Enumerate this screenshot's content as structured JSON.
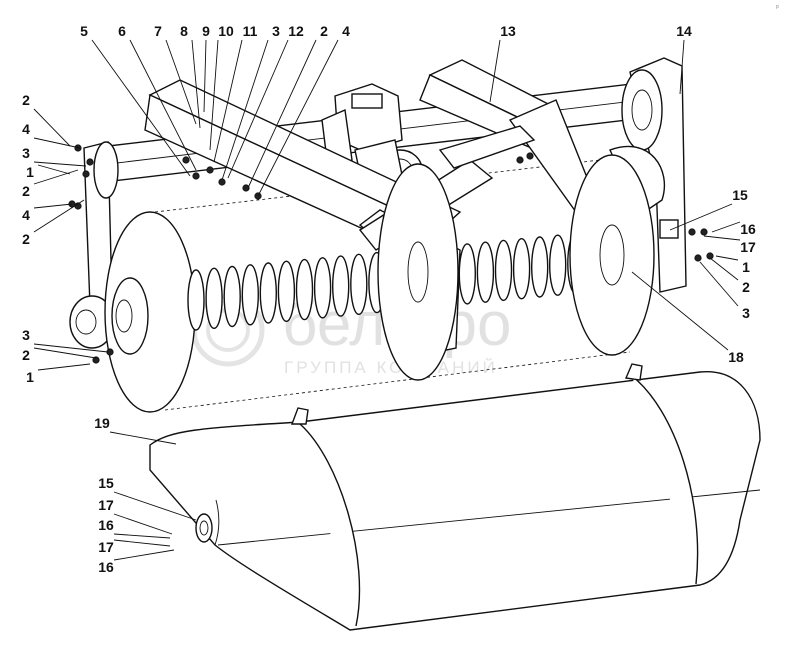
{
  "watermark": {
    "brand": "белагро",
    "tagline": "ГРУППА КОМПАНИЙ"
  },
  "corner_mark": "p",
  "callouts": [
    {
      "id": "c-5-top",
      "text": "5"
    },
    {
      "id": "c-6-top",
      "text": "6"
    },
    {
      "id": "c-7-top",
      "text": "7"
    },
    {
      "id": "c-8-top",
      "text": "8"
    },
    {
      "id": "c-9-top",
      "text": "9"
    },
    {
      "id": "c-10-top",
      "text": "10"
    },
    {
      "id": "c-11-top",
      "text": "11"
    },
    {
      "id": "c-3-top",
      "text": "3"
    },
    {
      "id": "c-12-top",
      "text": "12"
    },
    {
      "id": "c-2-top",
      "text": "2"
    },
    {
      "id": "c-4-top",
      "text": "4"
    },
    {
      "id": "c-13-top",
      "text": "13"
    },
    {
      "id": "c-14-top",
      "text": "14"
    },
    {
      "id": "c-2-left-a",
      "text": "2"
    },
    {
      "id": "c-4-left-a",
      "text": "4"
    },
    {
      "id": "c-3-left-a",
      "text": "3"
    },
    {
      "id": "c-1-left-a",
      "text": "1"
    },
    {
      "id": "c-2-left-b",
      "text": "2"
    },
    {
      "id": "c-4-left-b",
      "text": "4"
    },
    {
      "id": "c-2-left-c",
      "text": "2"
    },
    {
      "id": "c-3-left-d",
      "text": "3"
    },
    {
      "id": "c-2-left-d",
      "text": "2"
    },
    {
      "id": "c-1-left-d",
      "text": "1"
    },
    {
      "id": "c-15-right",
      "text": "15"
    },
    {
      "id": "c-16-right",
      "text": "16"
    },
    {
      "id": "c-17-right",
      "text": "17"
    },
    {
      "id": "c-1-right",
      "text": "1"
    },
    {
      "id": "c-2-right",
      "text": "2"
    },
    {
      "id": "c-3-right",
      "text": "3"
    },
    {
      "id": "c-18-right",
      "text": "18"
    },
    {
      "id": "c-19-cover",
      "text": "19"
    },
    {
      "id": "c-15-cover",
      "text": "15"
    },
    {
      "id": "c-17-cover-a",
      "text": "17"
    },
    {
      "id": "c-16-cover-a",
      "text": "16"
    },
    {
      "id": "c-17-cover-b",
      "text": "17"
    },
    {
      "id": "c-16-cover-b",
      "text": "16"
    }
  ]
}
